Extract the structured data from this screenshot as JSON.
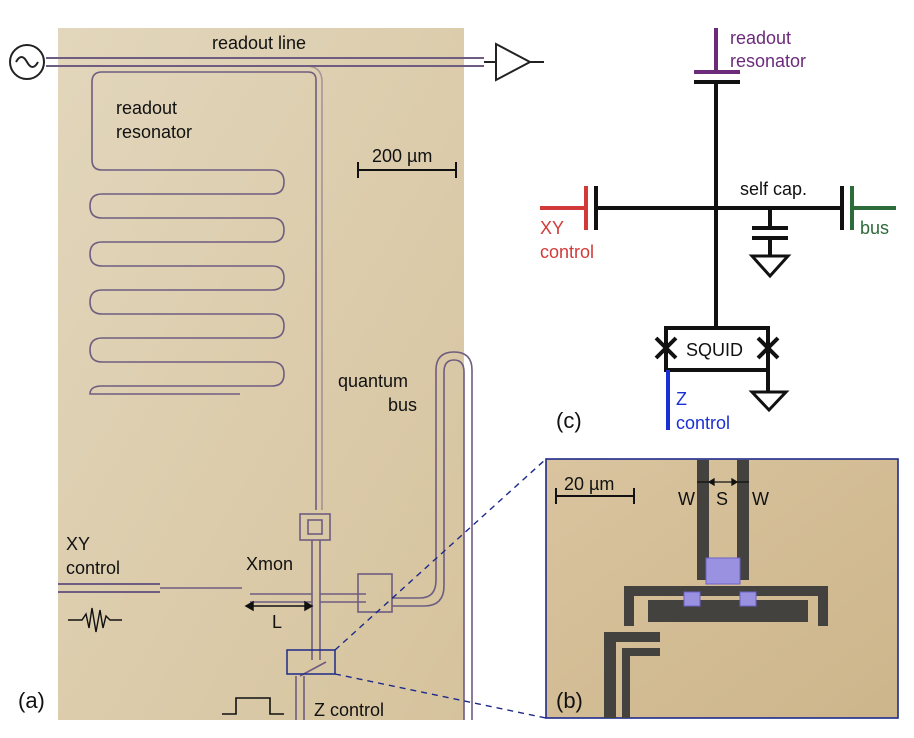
{
  "panel_a": {
    "label": "(a)",
    "readout_line": "readout line",
    "readout_resonator_1": "readout",
    "readout_resonator_2": "resonator",
    "scale_bar": "200 µm",
    "quantum_bus_1": "quantum",
    "quantum_bus_2": "bus",
    "xy_control_1": "XY",
    "xy_control_2": "control",
    "xmon": "Xmon",
    "length": "L",
    "z_control": "Z control"
  },
  "panel_b": {
    "label": "(b)",
    "scale_bar": "20 µm",
    "w_left": "W",
    "s": "S",
    "w_right": "W"
  },
  "panel_c": {
    "label": "(c)",
    "readout_resonator_1": "readout",
    "readout_resonator_2": "resonator",
    "self_cap": "self cap.",
    "xy_control_1": "XY",
    "xy_control_2": "control",
    "bus": "bus",
    "squid": "SQUID",
    "z_control_1": "Z",
    "z_control_2": "control"
  },
  "colors": {
    "substrate": "#d9c9a8",
    "metal_line": "#7a6a82",
    "readout": "#6b2a7a",
    "xy": "#d23a3a",
    "bus": "#2e6b3a",
    "z": "#1a2fd6",
    "squid_fill": "#9a92e0",
    "chip_b": "#cdb58d"
  }
}
